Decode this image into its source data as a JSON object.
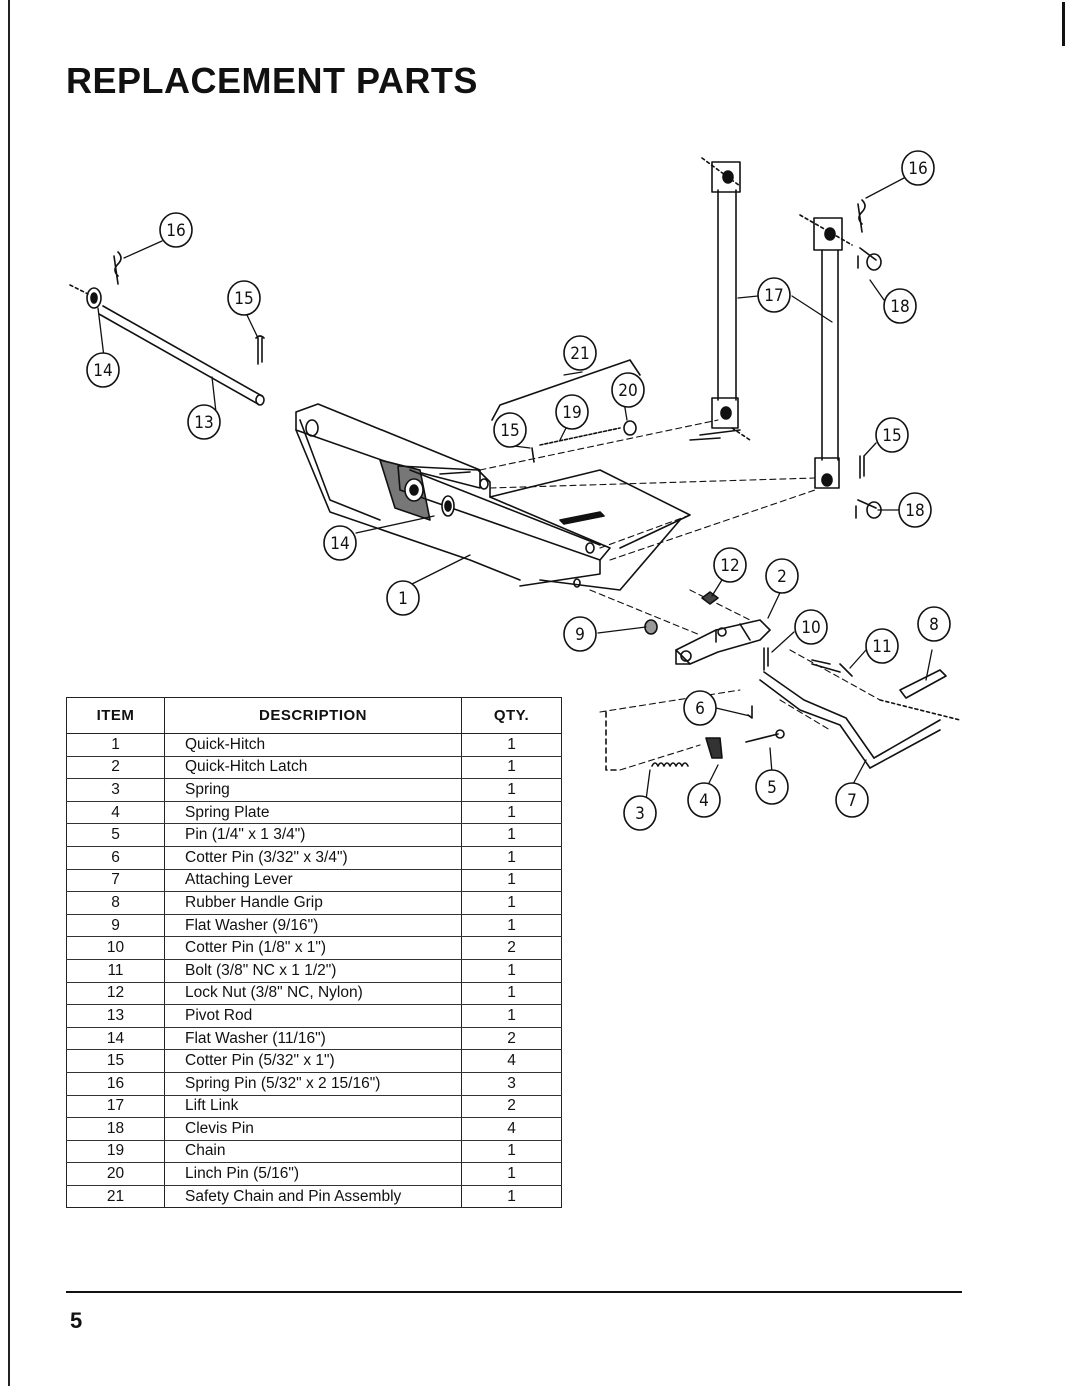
{
  "title": "REPLACEMENT PARTS",
  "page_number": "5",
  "parts_table": {
    "headers": {
      "item": "ITEM",
      "description": "DESCRIPTION",
      "qty": "QTY."
    },
    "rows": [
      {
        "item": "1",
        "description": "Quick-Hitch",
        "qty": "1"
      },
      {
        "item": "2",
        "description": "Quick-Hitch Latch",
        "qty": "1"
      },
      {
        "item": "3",
        "description": "Spring",
        "qty": "1"
      },
      {
        "item": "4",
        "description": "Spring Plate",
        "qty": "1"
      },
      {
        "item": "5",
        "description": "Pin (1/4\" x 1 3/4\")",
        "qty": "1"
      },
      {
        "item": "6",
        "description": "Cotter Pin (3/32\" x 3/4\")",
        "qty": "1"
      },
      {
        "item": "7",
        "description": "Attaching Lever",
        "qty": "1"
      },
      {
        "item": "8",
        "description": "Rubber Handle Grip",
        "qty": "1"
      },
      {
        "item": "9",
        "description": "Flat Washer (9/16\")",
        "qty": "1"
      },
      {
        "item": "10",
        "description": "Cotter Pin (1/8\" x 1\")",
        "qty": "2"
      },
      {
        "item": "11",
        "description": "Bolt (3/8\" NC x 1 1/2\")",
        "qty": "1"
      },
      {
        "item": "12",
        "description": "Lock Nut (3/8\" NC, Nylon)",
        "qty": "1"
      },
      {
        "item": "13",
        "description": "Pivot Rod",
        "qty": "1"
      },
      {
        "item": "14",
        "description": "Flat Washer (11/16\")",
        "qty": "2"
      },
      {
        "item": "15",
        "description": "Cotter Pin (5/32\" x 1\")",
        "qty": "4"
      },
      {
        "item": "16",
        "description": "Spring Pin (5/32\" x 2 15/16\")",
        "qty": "3"
      },
      {
        "item": "17",
        "description": "Lift Link",
        "qty": "2"
      },
      {
        "item": "18",
        "description": "Clevis Pin",
        "qty": "4"
      },
      {
        "item": "19",
        "description": "Chain",
        "qty": "1"
      },
      {
        "item": "20",
        "description": "Linch Pin (5/16\")",
        "qty": "1"
      },
      {
        "item": "21",
        "description": "Safety Chain and Pin Assembly",
        "qty": "1"
      }
    ]
  },
  "diagram_callouts": [
    "16",
    "15",
    "14",
    "13",
    "21",
    "20",
    "19",
    "15",
    "14",
    "1",
    "16",
    "17",
    "18",
    "15",
    "18",
    "12",
    "2",
    "9",
    "10",
    "11",
    "8",
    "6",
    "3",
    "4",
    "5",
    "7"
  ]
}
